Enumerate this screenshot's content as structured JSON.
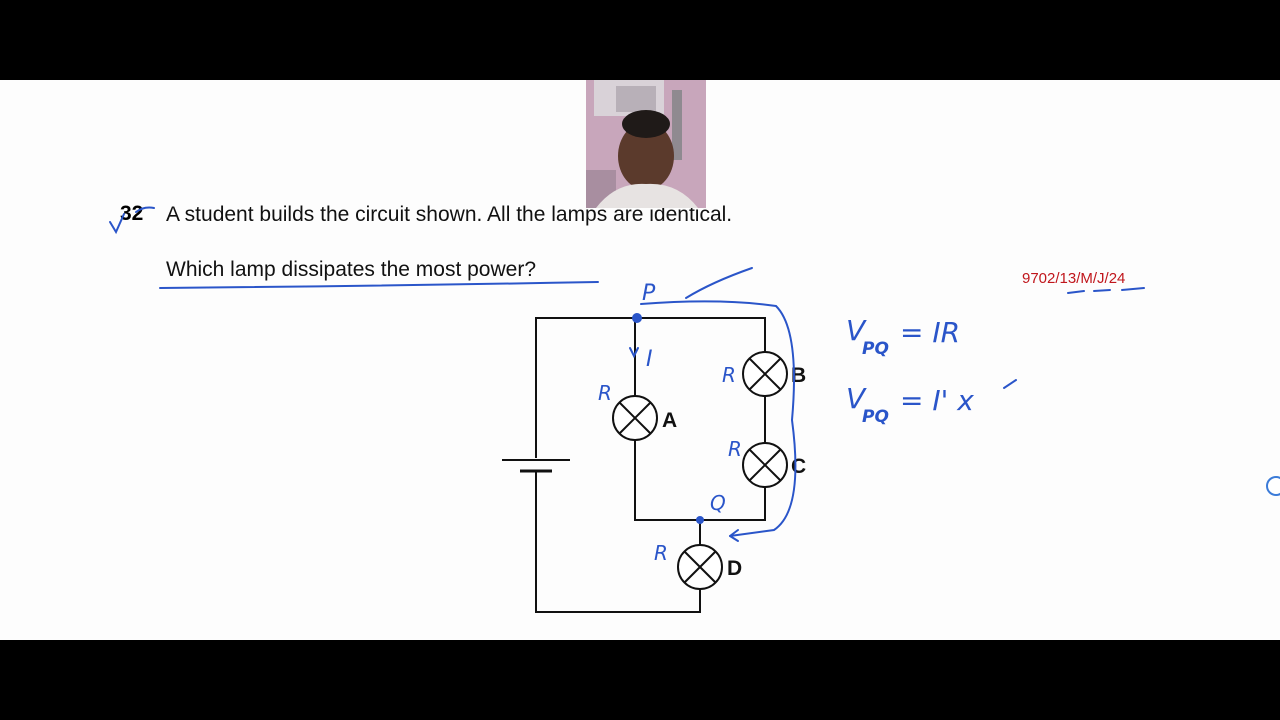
{
  "question": {
    "number": "32",
    "line1": "A student builds the circuit shown. All the lamps are identical.",
    "line2": "Which lamp dissipates the most power?",
    "reference": "9702/13/M/J/24"
  },
  "diagram": {
    "lamp_labels": [
      "A",
      "B",
      "C",
      "D"
    ]
  },
  "annotations": {
    "node_p": "P",
    "node_q": "Q",
    "current": "I",
    "resistance": "R",
    "eq1": "V",
    "eq1_sub": "PQ",
    "eq1_rhs": "= IR",
    "eq2": "V",
    "eq2_sub": "PQ",
    "eq2_rhs": "= I' x",
    "ink_color": "#2a55c9"
  }
}
